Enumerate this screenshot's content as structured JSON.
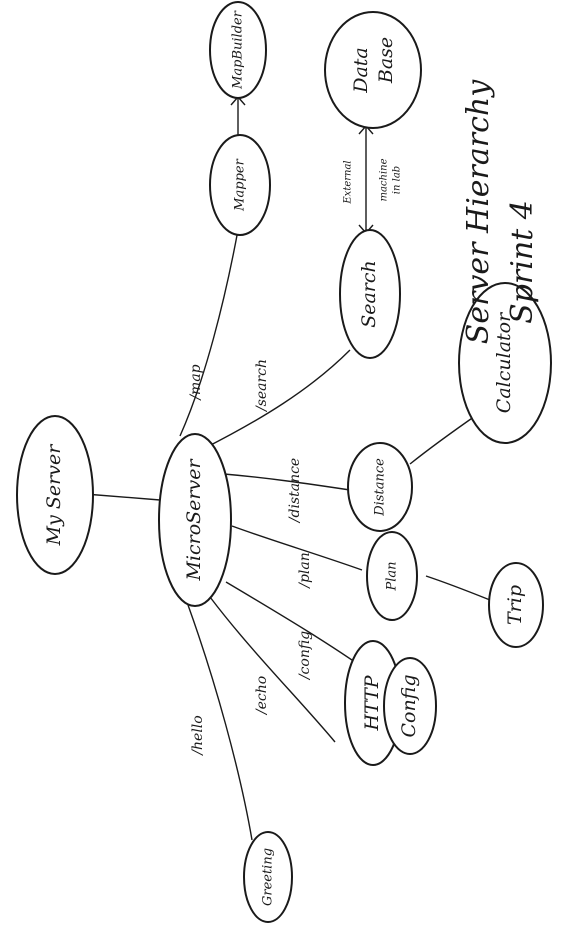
{
  "title": {
    "line1": "Sprint 4",
    "line2": "Server Hierarchy"
  },
  "nodes": {
    "my_server": "My Server",
    "micro_server": "MicroServer",
    "greeting": "Greeting",
    "http": "HTTP",
    "config": "Config",
    "plan": "Plan",
    "trip": "Trip",
    "distance": "Distance",
    "calculator": "Calculator",
    "search": "Search",
    "data_base": {
      "line1": "Data",
      "line2": "Base"
    },
    "mapper": "Mapper",
    "map_builder": "MapBuilder"
  },
  "edge_labels": {
    "hello": "/hello",
    "echo": "/echo",
    "config": "/config",
    "plan": "/plan",
    "distance": "/distance",
    "search": "/search",
    "map": "/map",
    "external": {
      "line1": "External",
      "line2": "machine",
      "line3": "in lab"
    }
  }
}
